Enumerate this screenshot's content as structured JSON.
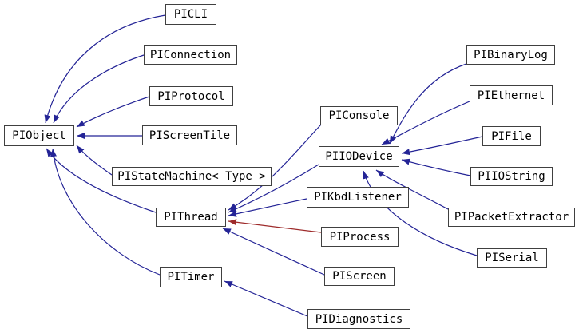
{
  "diagram": {
    "kind": "class-inheritance-graph",
    "background_color": "#ffffff"
  },
  "colors": {
    "inheritance_edge": "#242496",
    "private_inheritance_edge": "#9e2b2b",
    "node_border": "#404040",
    "node_fill": "#ffffff",
    "node_text": "#000000"
  },
  "nodes": [
    {
      "label": "PIObject"
    },
    {
      "label": "PICLI"
    },
    {
      "label": "PIConnection"
    },
    {
      "label": "PIProtocol"
    },
    {
      "label": "PIScreenTile"
    },
    {
      "label": "PIStateMachine< Type >"
    },
    {
      "label": "PIThread"
    },
    {
      "label": "PITimer"
    },
    {
      "label": "PIConsole"
    },
    {
      "label": "PIIODevice"
    },
    {
      "label": "PIKbdListener"
    },
    {
      "label": "PIProcess"
    },
    {
      "label": "PIScreen"
    },
    {
      "label": "PIDiagnostics"
    },
    {
      "label": "PIBinaryLog"
    },
    {
      "label": "PIEthernet"
    },
    {
      "label": "PIFile"
    },
    {
      "label": "PIIOString"
    },
    {
      "label": "PIPacketExtractor"
    },
    {
      "label": "PISerial"
    }
  ],
  "edges": [
    {
      "from": "PICLI",
      "to": "PIObject",
      "style": "public"
    },
    {
      "from": "PIConnection",
      "to": "PIObject",
      "style": "public"
    },
    {
      "from": "PIProtocol",
      "to": "PIObject",
      "style": "public"
    },
    {
      "from": "PIScreenTile",
      "to": "PIObject",
      "style": "public"
    },
    {
      "from": "PIStateMachine< Type >",
      "to": "PIObject",
      "style": "public"
    },
    {
      "from": "PIThread",
      "to": "PIObject",
      "style": "public"
    },
    {
      "from": "PITimer",
      "to": "PIObject",
      "style": "public"
    },
    {
      "from": "PIConsole",
      "to": "PIThread",
      "style": "public"
    },
    {
      "from": "PIIODevice",
      "to": "PIThread",
      "style": "public"
    },
    {
      "from": "PIKbdListener",
      "to": "PIThread",
      "style": "public"
    },
    {
      "from": "PIProcess",
      "to": "PIThread",
      "style": "private"
    },
    {
      "from": "PIScreen",
      "to": "PIThread",
      "style": "public"
    },
    {
      "from": "PIDiagnostics",
      "to": "PITimer",
      "style": "public"
    },
    {
      "from": "PIBinaryLog",
      "to": "PIIODevice",
      "style": "public"
    },
    {
      "from": "PIEthernet",
      "to": "PIIODevice",
      "style": "public"
    },
    {
      "from": "PIFile",
      "to": "PIIODevice",
      "style": "public"
    },
    {
      "from": "PIIOString",
      "to": "PIIODevice",
      "style": "public"
    },
    {
      "from": "PIPacketExtractor",
      "to": "PIIODevice",
      "style": "public"
    },
    {
      "from": "PISerial",
      "to": "PIIODevice",
      "style": "public"
    }
  ]
}
